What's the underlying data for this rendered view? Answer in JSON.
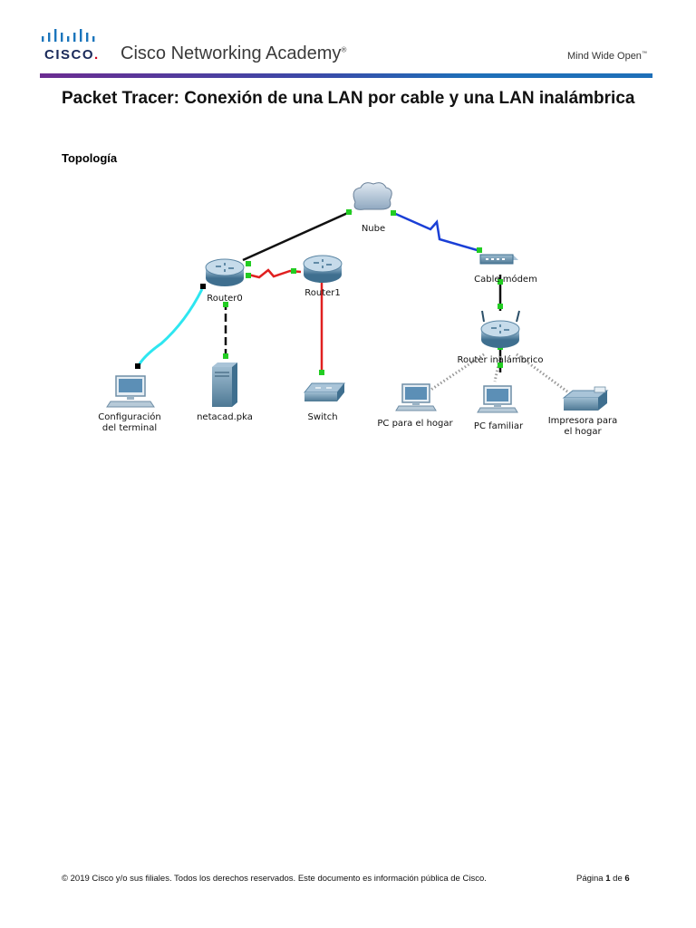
{
  "header": {
    "logo_word": "CISCO",
    "logo_dot": ".",
    "academy": "Cisco Networking Academy",
    "registered": "®",
    "tagline": "Mind Wide Open",
    "tagline_tm": "™"
  },
  "document": {
    "title": "Packet Tracer: Conexión de una LAN por cable y una LAN inalámbrica",
    "section": "Topología"
  },
  "topology": {
    "labels": {
      "nube": "Nube",
      "router0": "Router0",
      "router1": "Router1",
      "cable_modem": "Cable módem",
      "router_inalambrico": "Router inalámbrico",
      "config_line1": "Configuración",
      "config_line2": "del terminal",
      "netacad": "netacad.pka",
      "switch": "Switch",
      "pc_hogar": "PC para el hogar",
      "pc_familiar": "PC familiar",
      "impresora_line1": "Impresora para",
      "impresora_line2": "el hogar"
    },
    "colors": {
      "ethernet": "#111111",
      "serial": "#e02020",
      "coax": "#1a3fd6",
      "console": "#2ee6f0",
      "wireless": "#999999",
      "link_up": "#22cc22"
    }
  },
  "footer": {
    "copyright": "© 2019 Cisco y/o sus filiales. Todos los derechos reservados. Este documento es información pública de Cisco.",
    "page_word": "Página",
    "page_num": "1",
    "page_of": "de",
    "page_total": "6"
  }
}
